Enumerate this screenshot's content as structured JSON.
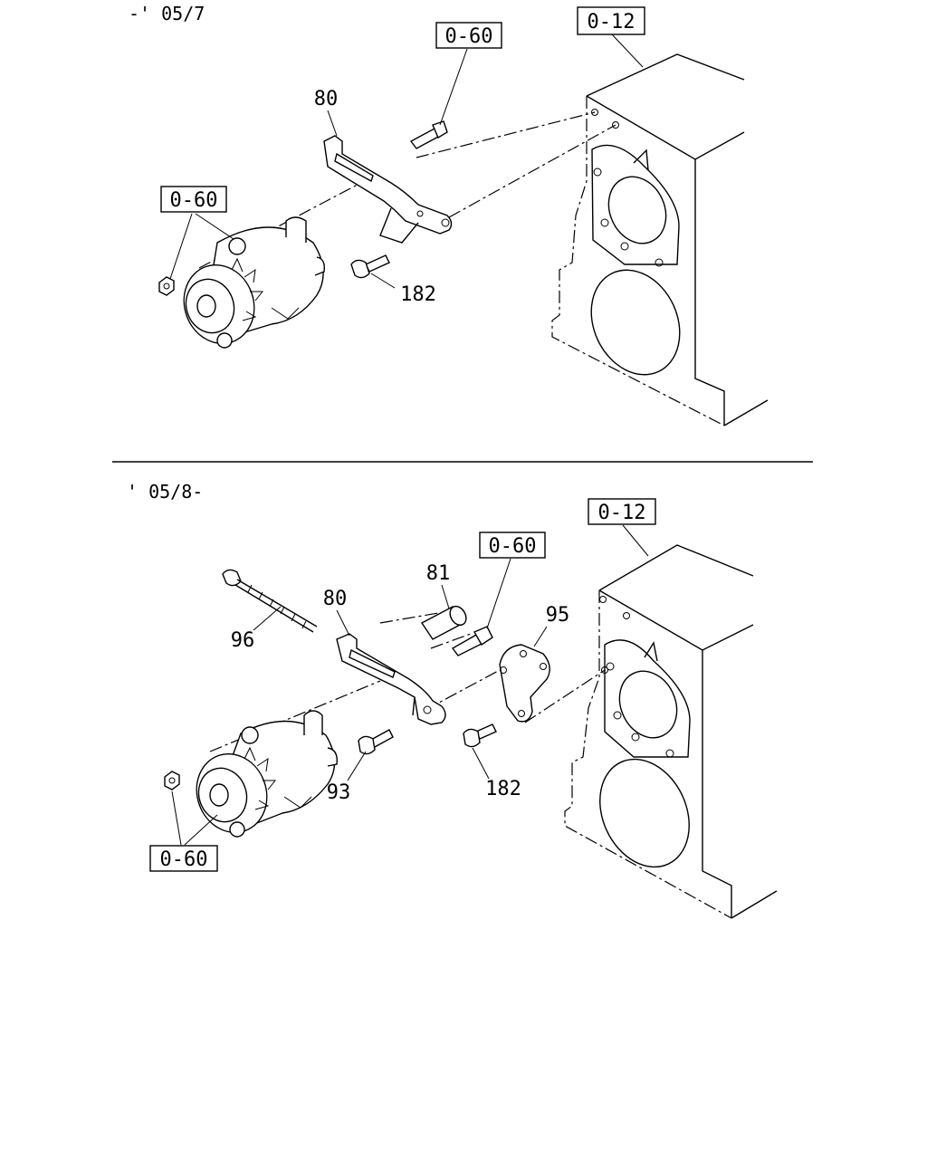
{
  "sections": [
    {
      "date_range": "-' 05/7",
      "refs": {
        "block": "0-12",
        "bolt": "0-60",
        "nut": "0-60"
      },
      "parts": {
        "bracket": "80",
        "bolt": "182"
      }
    },
    {
      "date_range": "' 05/8-",
      "refs": {
        "block": "0-12",
        "bolt": "0-60",
        "nut": "0-60"
      },
      "parts": {
        "long_bolt": "96",
        "bracket": "80",
        "sleeve": "81",
        "plate": "95",
        "bolt_a": "93",
        "bolt_b": "182"
      }
    }
  ]
}
